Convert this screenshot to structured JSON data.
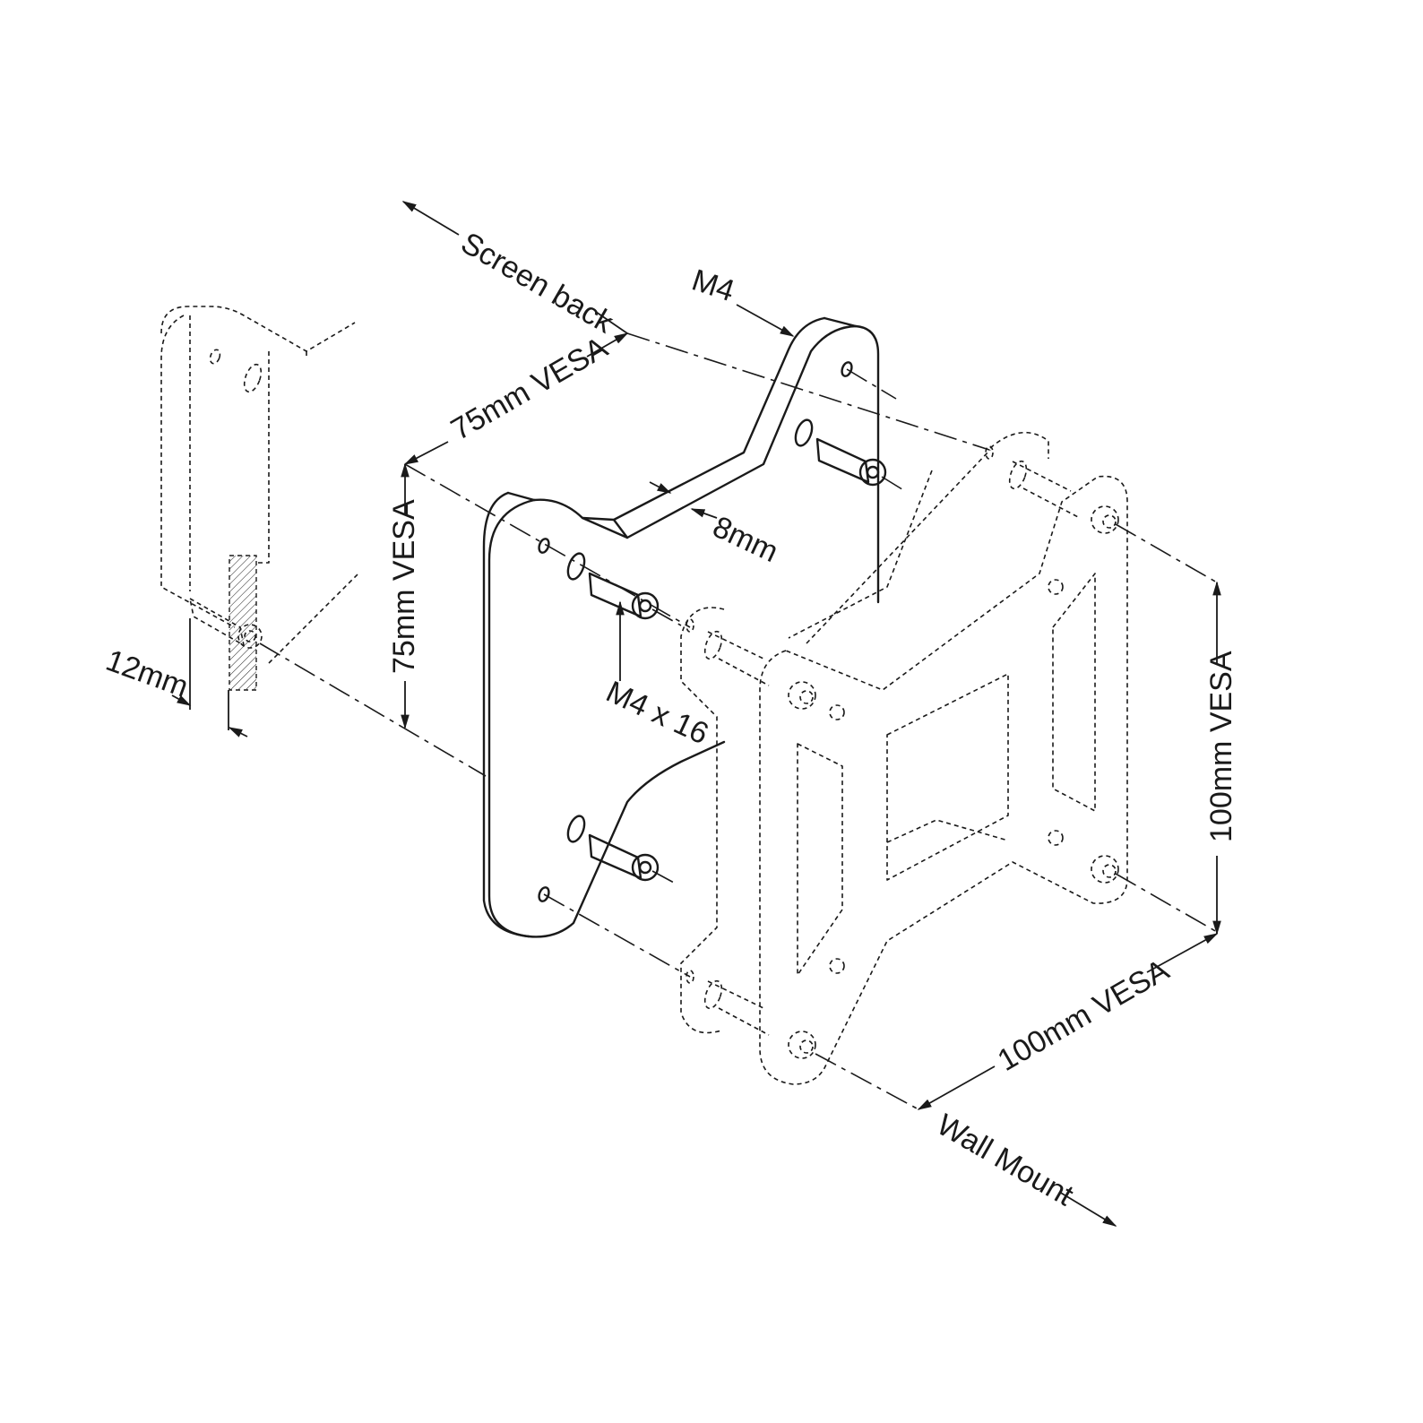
{
  "labels": {
    "screen_back": "Screen back",
    "m4": "M4",
    "vesa75_horizontal": "75mm VESA",
    "vesa75_vertical": "75mm VESA",
    "thickness_8mm": "8mm",
    "depth_12mm": "12mm",
    "screw": "M4 x 16",
    "vesa100_vertical": "100mm VESA",
    "vesa100_horizontal": "100mm VESA",
    "wall_mount": "Wall Mount"
  }
}
